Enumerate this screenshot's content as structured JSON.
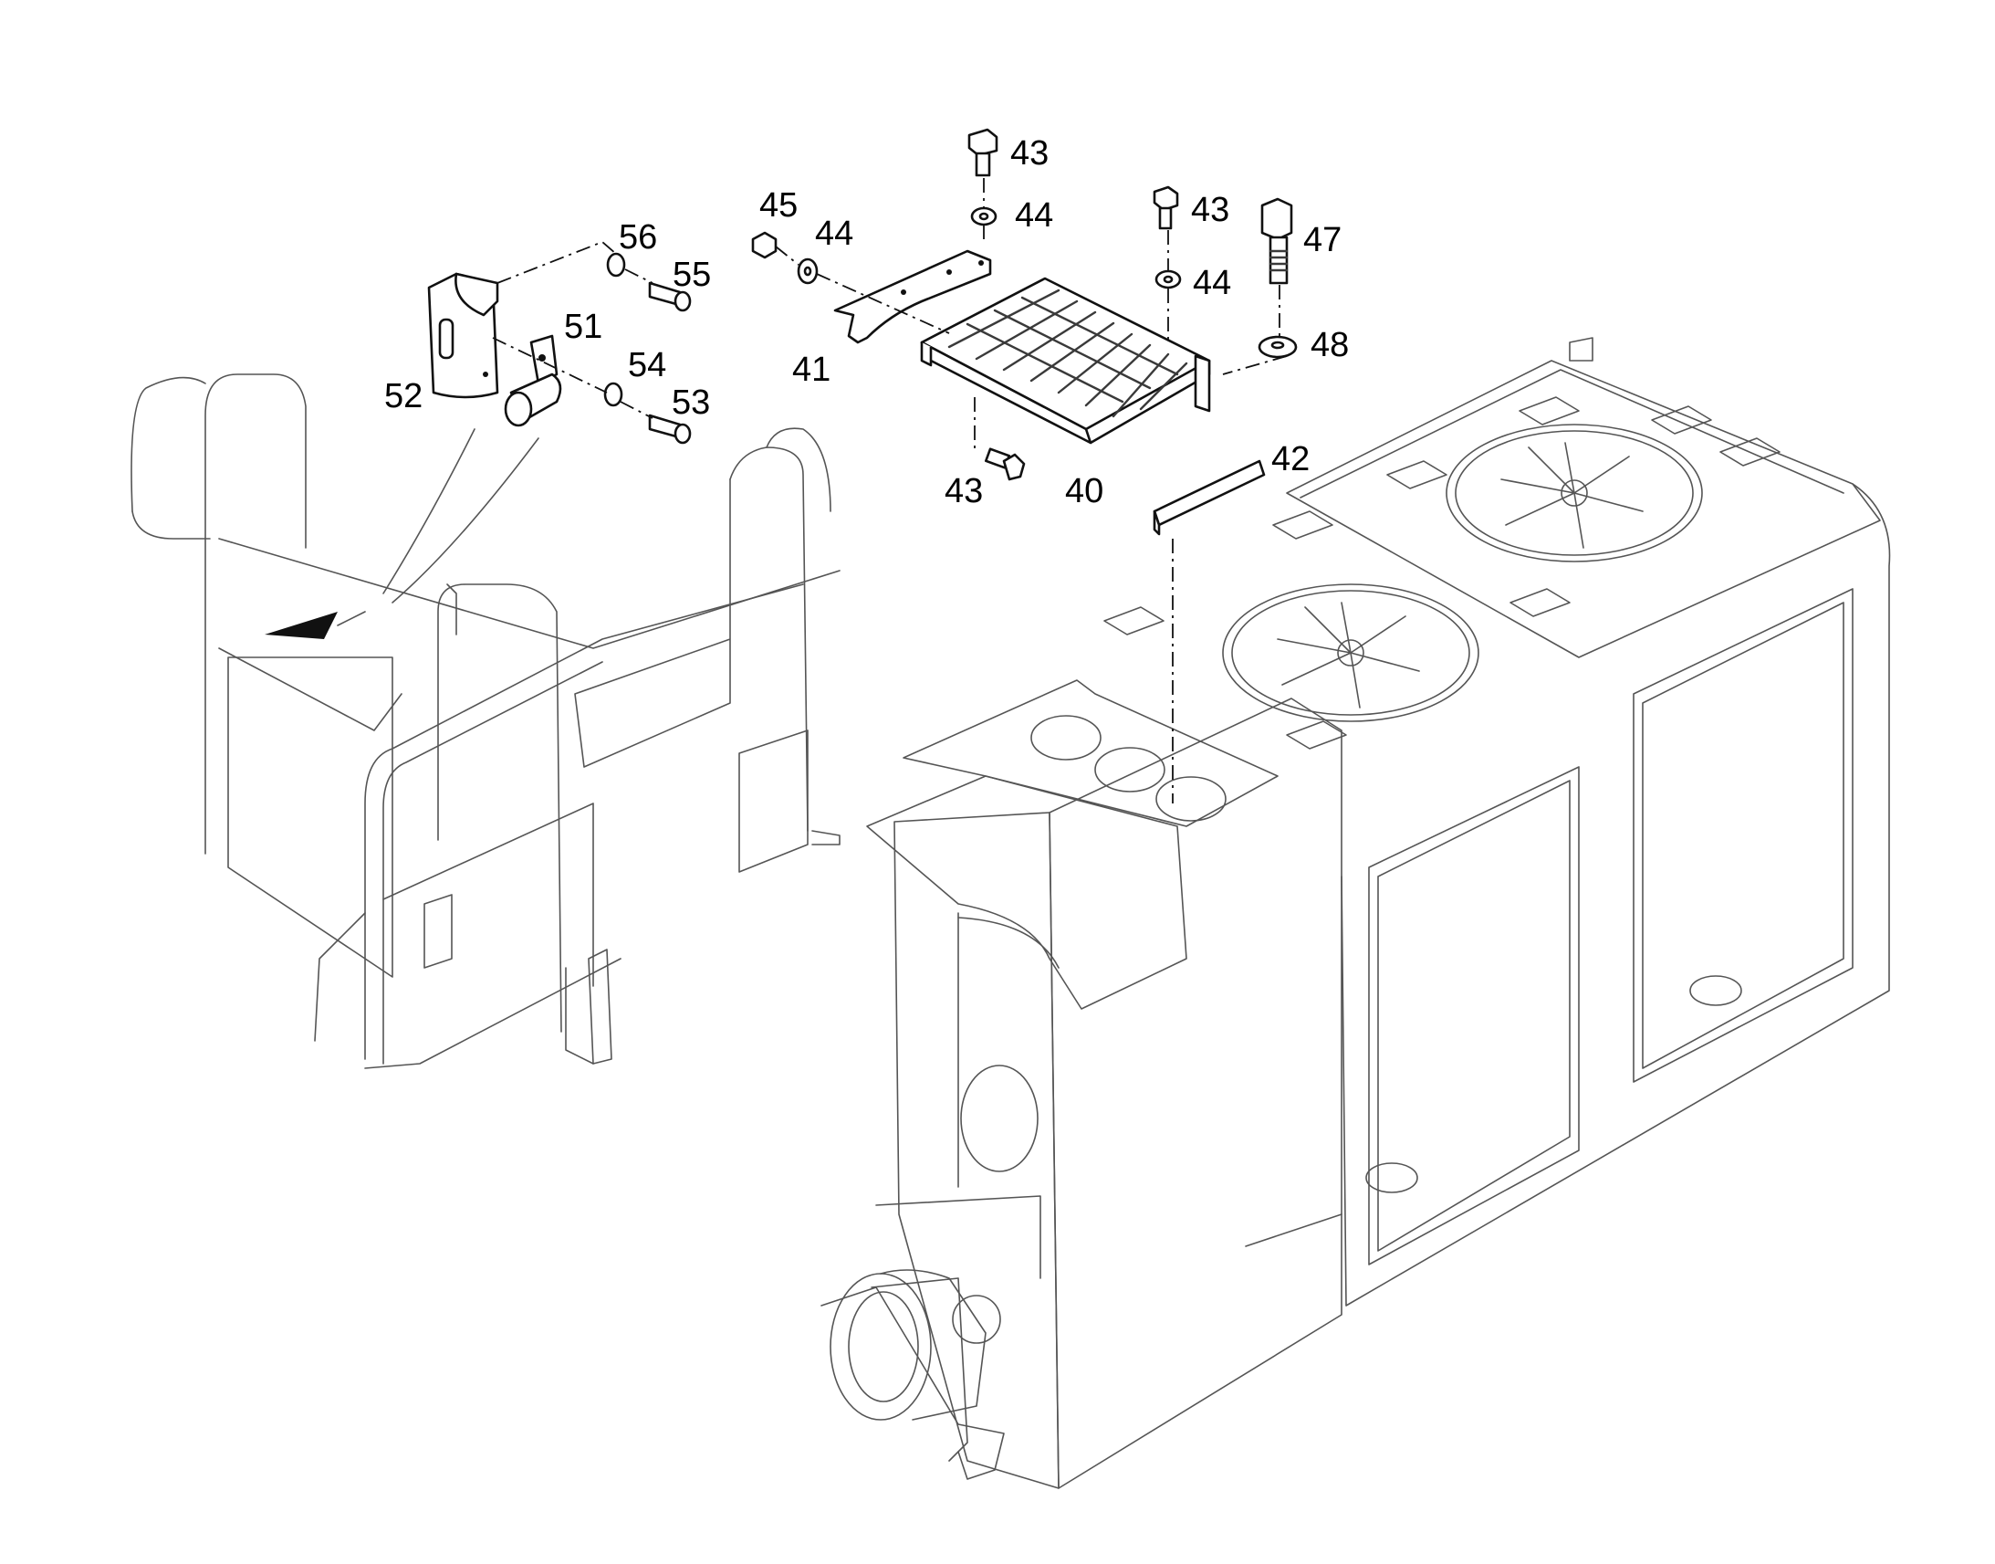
{
  "callouts": {
    "c40": "40",
    "c41": "41",
    "c42": "42",
    "c43a": "43",
    "c43b": "43",
    "c43c": "43",
    "c44a": "44",
    "c44b": "44",
    "c44c": "44",
    "c45": "45",
    "c47": "47",
    "c48": "48",
    "c51": "51",
    "c52": "52",
    "c53": "53",
    "c54": "54",
    "c55": "55",
    "c56": "56"
  }
}
